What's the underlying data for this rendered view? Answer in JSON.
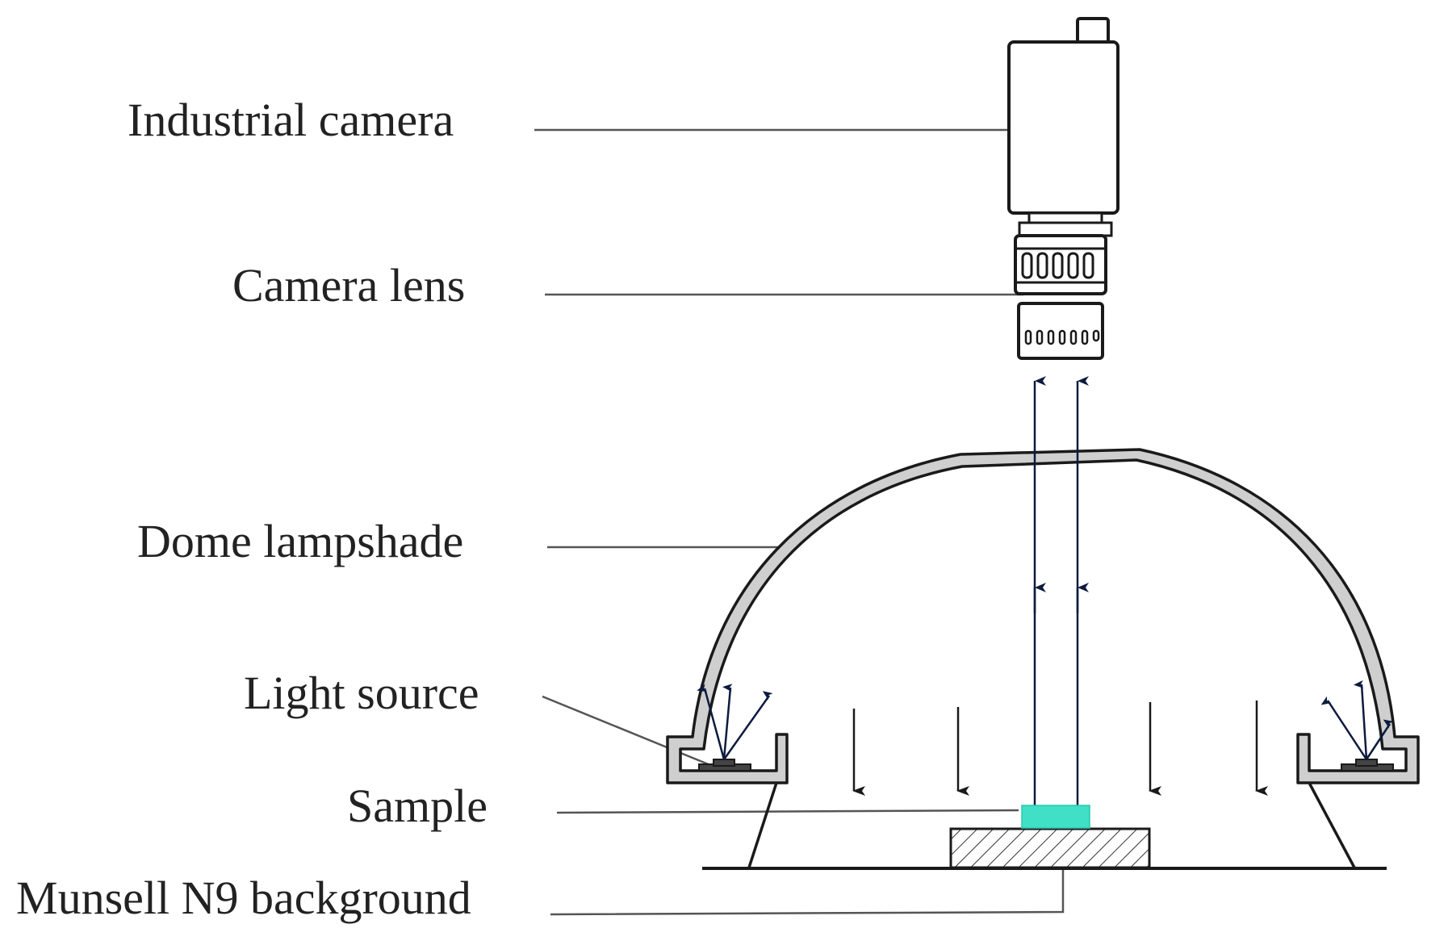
{
  "labels": {
    "industrial_camera": "Industrial camera",
    "camera_lens": "Camera lens",
    "dome_lampshade": "Dome lampshade",
    "light_source": "Light source",
    "sample": "Sample",
    "background": "Munsell N9 background"
  },
  "colors": {
    "line": "#1a1a1a",
    "leader": "#555555",
    "arrow": "#0d1b3e",
    "sample": "#3fe0c5",
    "dome_fill": "#cfcfcf"
  }
}
